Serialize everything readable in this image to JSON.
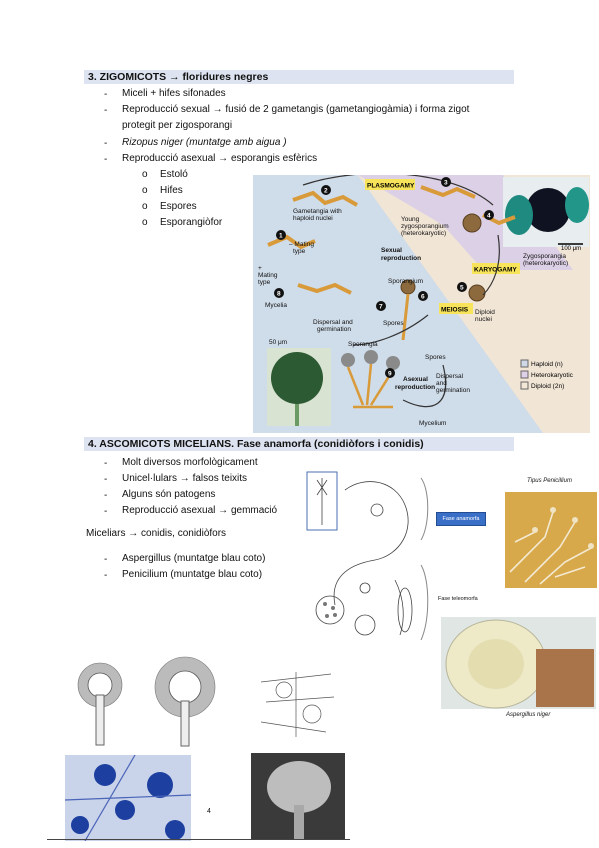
{
  "section3": {
    "title": "3.  ZIGOMICOTS → floridures negres",
    "bullets": [
      "Miceli + hifes sifonades",
      "Reproducció sexual → fusió de 2 gametangis (gametangiogàmia) i forma zigot",
      "protegit per zigosporangi",
      "Rizopus niger (muntatge amb aigua )",
      "Reproducció asexual → esporangis esfèrics"
    ],
    "subbullets": [
      "Estoló",
      "Hifes",
      "Espores",
      "Esporangiòfor"
    ],
    "subbullet_marker": "o"
  },
  "lifecycle": {
    "plasmogamy": "PLASMOGAMY",
    "karyogamy": "KARYOGAMY",
    "meiosis": "MEIOSIS",
    "gametangia": "Gametangia with",
    "gametangia2": "haploid nuclei",
    "young": "Young",
    "young2": "zygosporangium",
    "young3": "(heterokaryotic)",
    "mating": "– Mating",
    "mating2": "type",
    "plusmating": "+",
    "plusmating2": "Mating",
    "plusmating3": "type",
    "sexual": "Sexual",
    "sexual2": "reproduction",
    "zygo": "Zygosporangia",
    "zygo2": "(heterokaryotic)",
    "scale100": "100 μm",
    "sporangium": "Sporangium",
    "diploid": "Diploid",
    "diploid2": "nuclei",
    "mycelia": "Mycelia",
    "dispersal": "Dispersal and",
    "dispersal2": "germination",
    "spores": "Spores",
    "sporangia": "Sporangia",
    "spores2": "Spores",
    "scale50": "50 μm",
    "asexual": "Asexual",
    "asexual2": "reproduction",
    "dispersalb": "Dispersal",
    "dispersalb2": "and",
    "dispersalb3": "germination",
    "mycelium": "Mycelium",
    "legend": [
      "Haploid (n)",
      "Heterokaryotic",
      "Diploid (2n)"
    ],
    "legend_colors": [
      "#cfd8e6",
      "#ddd0e8",
      "#f3e7d6"
    ],
    "steps": [
      "1",
      "2",
      "3",
      "4",
      "5",
      "6",
      "7",
      "8",
      "9"
    ]
  },
  "section4": {
    "title": "4.  ASCOMICOTS MICELIANS. Fase anamorfa (conidiòfors i conidis)",
    "bullets": [
      "Molt diversos morfològicament",
      "Unicel·lulars → falsos teixits",
      "Alguns són patogens",
      "Reproducció asexual → gemmació"
    ],
    "miceliars": "Miceliars → conidis, conidiòfors",
    "bullets2": [
      "Aspergillus (muntatge blau coto)",
      "Penicilium (muntatge blau coto)"
    ],
    "bullet_marker": "-"
  },
  "figures": {
    "penicillium_caption": "Tipus Penicillium",
    "fase_anamorfa": "Fase anamorfa",
    "fase_teleomorfa": "Fase teleomorfa",
    "aspergillus_caption": "Aspergillus niger"
  },
  "page_number": "4"
}
